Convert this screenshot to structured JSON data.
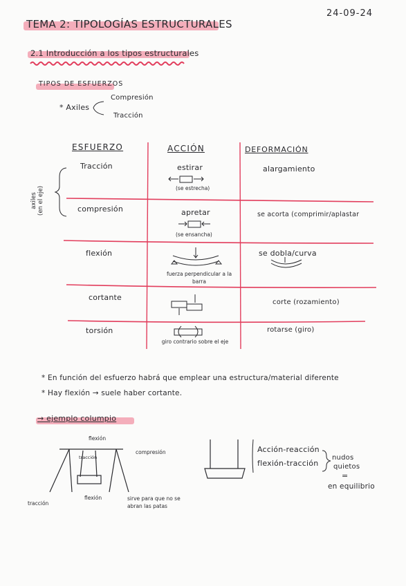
{
  "date": "24-09-24",
  "title": "TEMA 2: TIPOLOGÍAS ESTRUCTURALES",
  "section": "2.1 Introducción a los tipos estructurales",
  "subheading": "TIPOS DE ESFUERZOS",
  "axiles": {
    "label": "* Axiles",
    "options": [
      "Compresión",
      "Tracción"
    ]
  },
  "table": {
    "headers": [
      "ESFUERZO",
      "ACCIÓN",
      "DEFORMACIÓN"
    ],
    "side_label_line1": "axiles",
    "side_label_line2": "(en el eje)",
    "rows": [
      {
        "esfuerzo": "Tracción",
        "accion": "estirar",
        "accion_note": "(se estrecha)",
        "deformacion": "alargamiento"
      },
      {
        "esfuerzo": "compresión",
        "accion": "apretar",
        "accion_note": "(se ensancha)",
        "deformacion": "se acorta (comprimir/aplastar"
      },
      {
        "esfuerzo": "flexión",
        "accion": "",
        "accion_note": "fuerza perpendicular a la barra",
        "deformacion": "se dobla/curva"
      },
      {
        "esfuerzo": "cortante",
        "accion": "",
        "accion_note": "",
        "deformacion": "corte (rozamiento)"
      },
      {
        "esfuerzo": "torsión",
        "accion": "",
        "accion_note": "giro contrario sobre el eje",
        "deformacion": "rotarse (giro)"
      }
    ]
  },
  "notes": [
    "* En función del esfuerzo habrá que emplear una estructura/material diferente",
    "* Hay flexión → suele haber cortante."
  ],
  "example": {
    "heading": "→ ejemplo columpio",
    "labels": {
      "flexion_top": "flexión",
      "compresion": "compresión",
      "traccion_inner": "tracción",
      "traccion_left": "tracción",
      "flexion_bottom": "flexión",
      "sirve": "sirve para que no se abran las patas"
    },
    "right": {
      "line1": "Acción-reacción",
      "line2": "flexión-tracción",
      "result_line1": "nudos",
      "result_line2": "quietos",
      "equals": "=",
      "equilibrio": "en equilibrio"
    }
  },
  "colors": {
    "highlight": "#ef6f86",
    "ink": "#2a2a2e",
    "red_line": "#e23d5c"
  }
}
